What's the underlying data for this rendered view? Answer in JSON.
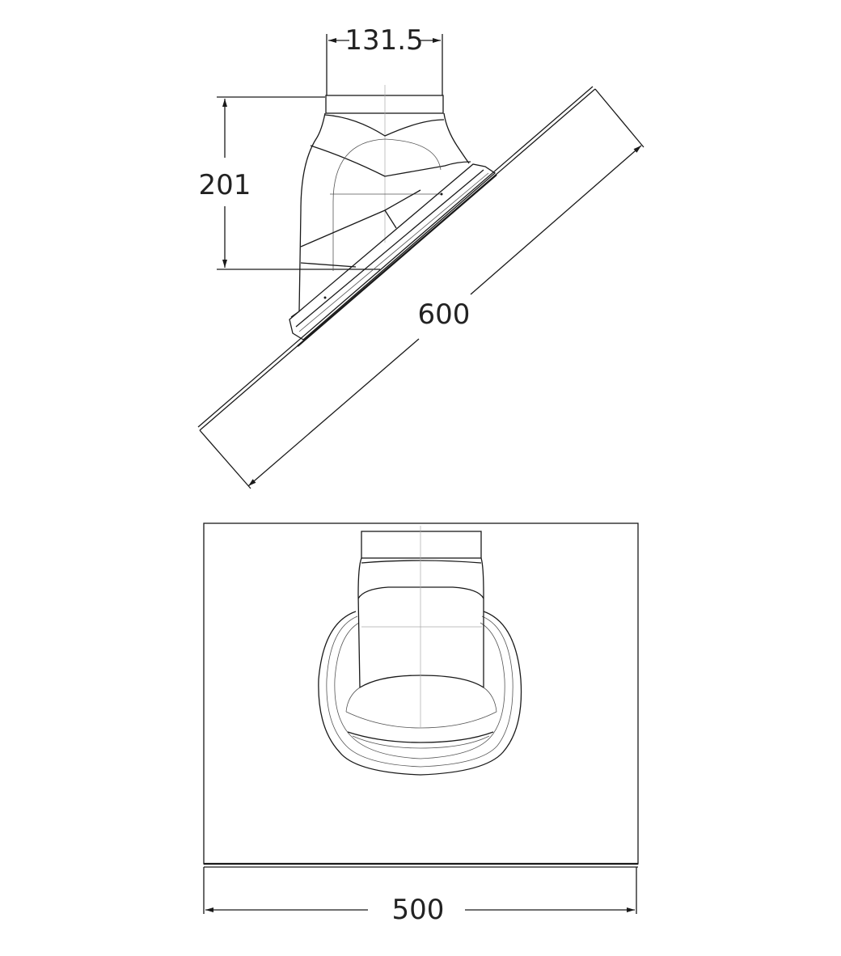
{
  "side_view": {
    "pipe_diameter_label": "131.5",
    "height_label": "201",
    "length_label": "600"
  },
  "top_view": {
    "width_label": "500"
  },
  "colors": {
    "line": "#1a1a1a",
    "background": "#ffffff"
  }
}
